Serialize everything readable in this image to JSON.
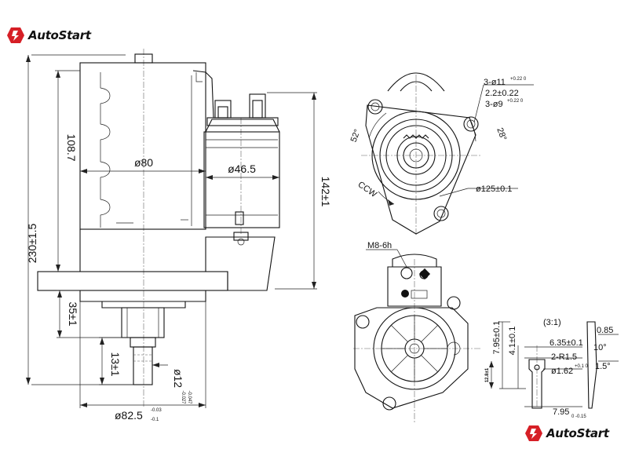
{
  "brand": {
    "name": "AutoStart",
    "accent": "#d61f26"
  },
  "side_view": {
    "height_overall": "230±1.5",
    "height_upper": "108.7",
    "diameter_body": "ø80",
    "diameter_solenoid": "ø46.5",
    "height_solenoid": "142±1",
    "flange_to_nose": "35±1",
    "nose_len": "13±1",
    "shaft_dia": "ø12",
    "shaft_tol_upper": "-0.027",
    "shaft_tol_lower": "-0.047",
    "pilot_dia": "ø82.5",
    "pilot_tol_upper": "-0.03",
    "pilot_tol_lower": "-0.1"
  },
  "front_view": {
    "holes": "3-ø11",
    "holes_tol": "+0.22 0",
    "depth": "2.2±0.22",
    "holes_small": "3-ø9",
    "holes_small_tol": "+0.22 0",
    "angle_a": "52°",
    "angle_b": "28°",
    "bolt_circle": "ø125±0.1",
    "rotation": "CCW"
  },
  "rear_view": {
    "thread": "M8-6h"
  },
  "detail": {
    "scale": "(3:1)",
    "thickness": "0.85",
    "angle": "10°",
    "chamfer": "1.5°",
    "width": "6.35±0.1",
    "radius": "2-R1.5",
    "hole": "ø1.62",
    "hole_tol": "+0.1 0",
    "dim_a": "7.95±0.1",
    "dim_b": "4.1±0.1",
    "dim_c": "12.8±1",
    "dim_d": "7.95",
    "dim_d_tol": "0 -0.15"
  }
}
